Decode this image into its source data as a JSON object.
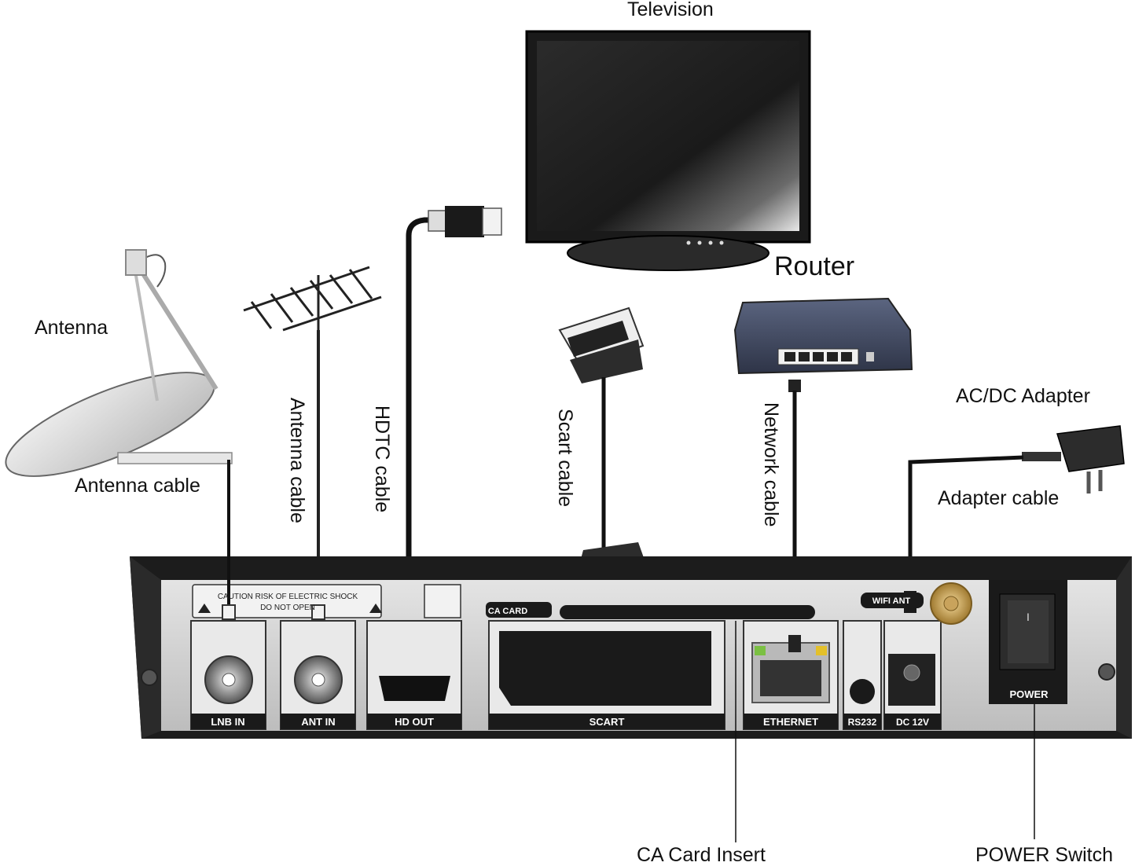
{
  "labels": {
    "television": "Television",
    "router": "Router",
    "antenna": "Antenna",
    "antenna_cable_1": "Antenna cable",
    "antenna_cable_2": "Antenna cable",
    "hdtc_cable": "HDTC cable",
    "scart_cable": "Scart cable",
    "network_cable": "Network cable",
    "ac_dc_adapter": "AC/DC Adapter",
    "adapter_cable": "Adapter cable",
    "ca_card_insert": "CA Card Insert",
    "power_switch": "POWER Switch"
  },
  "panel": {
    "lnb_in": "LNB IN",
    "ant_in": "ANT IN",
    "hd_out": "HD OUT",
    "scart": "SCART",
    "ethernet": "ETHERNET",
    "rs232": "RS232",
    "dc_12v": "DC 12V",
    "power": "POWER",
    "ca_card": "CA CARD",
    "wifi_ant": "WIFI ANT",
    "caution_line1": "CAUTION RISK OF ELECTRIC SHOCK",
    "caution_line2": "DO NOT OPEN",
    "switch_mark": "I"
  },
  "colors": {
    "panel": "#c9c9c9",
    "cable": "#111111",
    "device_dark": "#1e1e1e",
    "router_blue": "#3e4660"
  }
}
